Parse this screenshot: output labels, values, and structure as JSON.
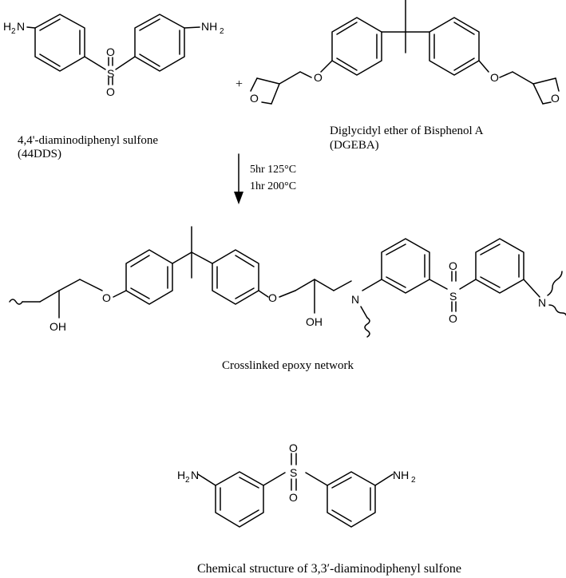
{
  "reactants": {
    "dds44": {
      "name": "4,4'-diaminodiphenyl sulfone",
      "abbrev": "(44DDS)",
      "amine_left": "H",
      "amine_left_sub": "2",
      "amine_left_n": "N",
      "amine_right": "NH",
      "amine_right_sub": "2",
      "sulfur": "S",
      "oxygen": "O"
    },
    "plus": "+",
    "dgeba": {
      "name": "Diglycidyl ether of Bisphenol A",
      "abbrev": "(DGEBA)",
      "oxygen": "O"
    }
  },
  "conditions": {
    "step1": "5hr 125°C",
    "step2": "1hr 200°C"
  },
  "product": {
    "name": "Crosslinked epoxy network",
    "oxygen": "O",
    "hydroxyl": "OH",
    "nitrogen": "N",
    "sulfur": "S"
  },
  "dds33": {
    "caption": "Chemical structure of 3,3′-diaminodiphenyl sulfone",
    "amine_left": "H",
    "amine_left_sub": "2",
    "amine_left_n": "N",
    "amine_right": "NH",
    "amine_right_sub": "2",
    "sulfur": "S",
    "oxygen": "O"
  }
}
